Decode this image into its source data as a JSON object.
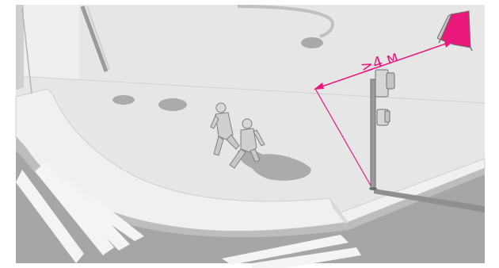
{
  "diagram": {
    "distance_label": "≥4 м",
    "colors": {
      "accent": "#e8197a",
      "sidewalk": "#e6e6e6",
      "road": "#a6a6a6",
      "crosswalk": "#f4f4f4",
      "curb": "#f0f0f0",
      "shadow": "#9c9c9c",
      "pole": "#8a8a8a"
    },
    "elements": [
      "sidewalk",
      "road",
      "curb",
      "crosswalk",
      "pedestrians",
      "traffic-light",
      "advertising-sign",
      "street-lamp",
      "distance-arrow"
    ]
  }
}
